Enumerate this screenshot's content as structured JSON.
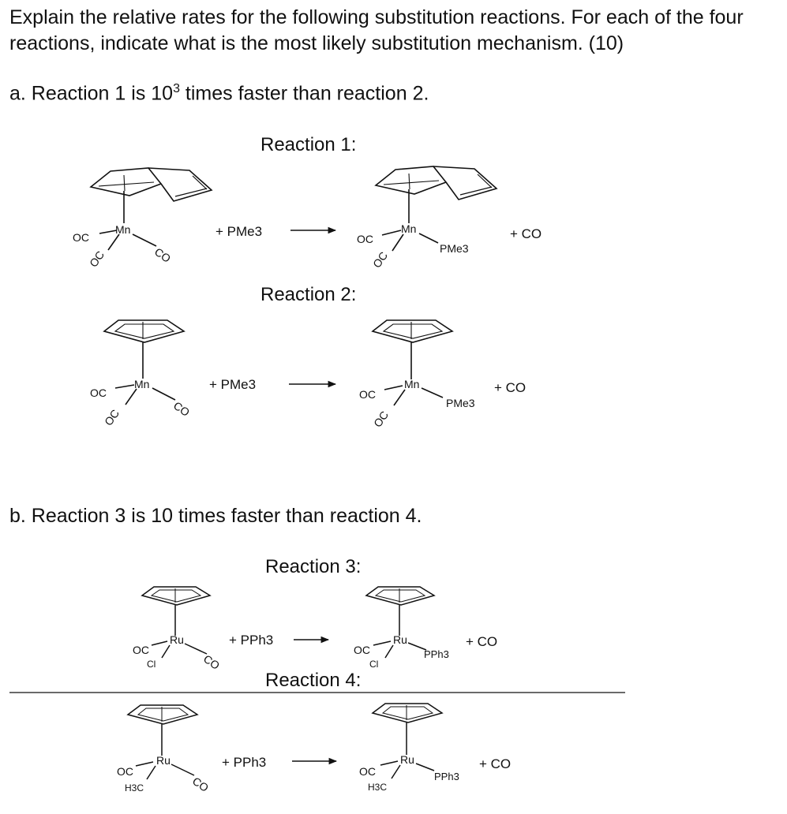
{
  "question": {
    "line1": "Explain the relative rates for the following substitution reactions. For each of the four",
    "line2": "reactions, indicate what is the most likely substitution mechanism. (10)"
  },
  "part_a": {
    "text_pre": "a. Reaction 1 is 10",
    "sup": "3",
    "text_post": " times faster than reaction 2."
  },
  "part_b": {
    "text": "b. Reaction 3 is 10 times faster than reaction 4."
  },
  "reactions": {
    "r1": {
      "title": "Reaction 1:",
      "metal": "Mn",
      "reagent": "+ PMe3",
      "product_ligand": "PMe3",
      "byproduct": "+ CO"
    },
    "r2": {
      "title": "Reaction 2:",
      "metal": "Mn",
      "reagent": "+ PMe3",
      "product_ligand": "PMe3",
      "byproduct": "+ CO"
    },
    "r3": {
      "title": "Reaction 3:",
      "metal": "Ru",
      "reagent": "+ PPh3",
      "product_ligand": "PPh3",
      "byproduct": "+ CO",
      "ancillary": "Cl"
    },
    "r4": {
      "title": "Reaction 4:",
      "metal": "Ru",
      "reagent": "+ PPh3",
      "product_ligand": "PPh3",
      "byproduct": "+ CO",
      "ancillary": "H3C"
    }
  },
  "ligand_labels": {
    "carbonyl": "CO",
    "oc": "OC"
  }
}
